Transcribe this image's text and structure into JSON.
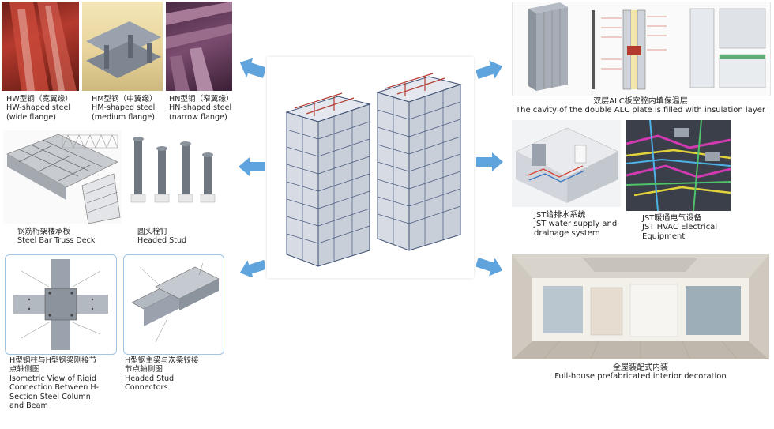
{
  "colors": {
    "arrow": "#5fa4dc",
    "steel_red": "#b53a2e",
    "steel_grey": "#9aa3ad",
    "frame_blue": "#3d4f73"
  },
  "left": {
    "hw": {
      "l1": "HW型钢（宽翼缘）",
      "l2": "HW-shaped steel",
      "l3": "(wide flange)"
    },
    "hm": {
      "l1": "HM型钢（中翼缘）",
      "l2": "HM-shaped steel",
      "l3": "(medium flange)"
    },
    "hn": {
      "l1": "HN型钢（窄翼缘）",
      "l2": "HN-shaped steel",
      "l3": "(narrow flange)"
    },
    "truss": {
      "l1": "钢筋桁架楼承板",
      "l2": "Steel Bar Truss Deck"
    },
    "stud": {
      "l1": "圆头栓钉",
      "l2": "Headed Stud"
    },
    "rigid": {
      "l1": "H型钢柱与H型钢梁刚接节",
      "l2": "点轴侧图",
      "l3": "Isometric View of Rigid",
      "l4": "Connection Between H-",
      "l5": "Section Steel Column",
      "l6": "and Beam"
    },
    "hinge": {
      "l1": "H型钢主梁与次梁铰接",
      "l2": "节点轴侧图",
      "l3": "Headed Stud",
      "l4": "Connectors"
    }
  },
  "right": {
    "alc": {
      "l1": "双层ALC板空腔内填保温层",
      "l2": "The cavity of the double ALC plate is filled with insulation layer"
    },
    "water": {
      "l1": "JST给排水系统",
      "l2": "JST water supply and",
      "l3": "drainage system"
    },
    "hvac": {
      "l1": "JST暖通电气设备",
      "l2": "JST HVAC Electrical",
      "l3": "Equipment"
    },
    "interior": {
      "l1": "全屋装配式内装",
      "l2": "Full-house prefabricated interior decoration"
    }
  }
}
